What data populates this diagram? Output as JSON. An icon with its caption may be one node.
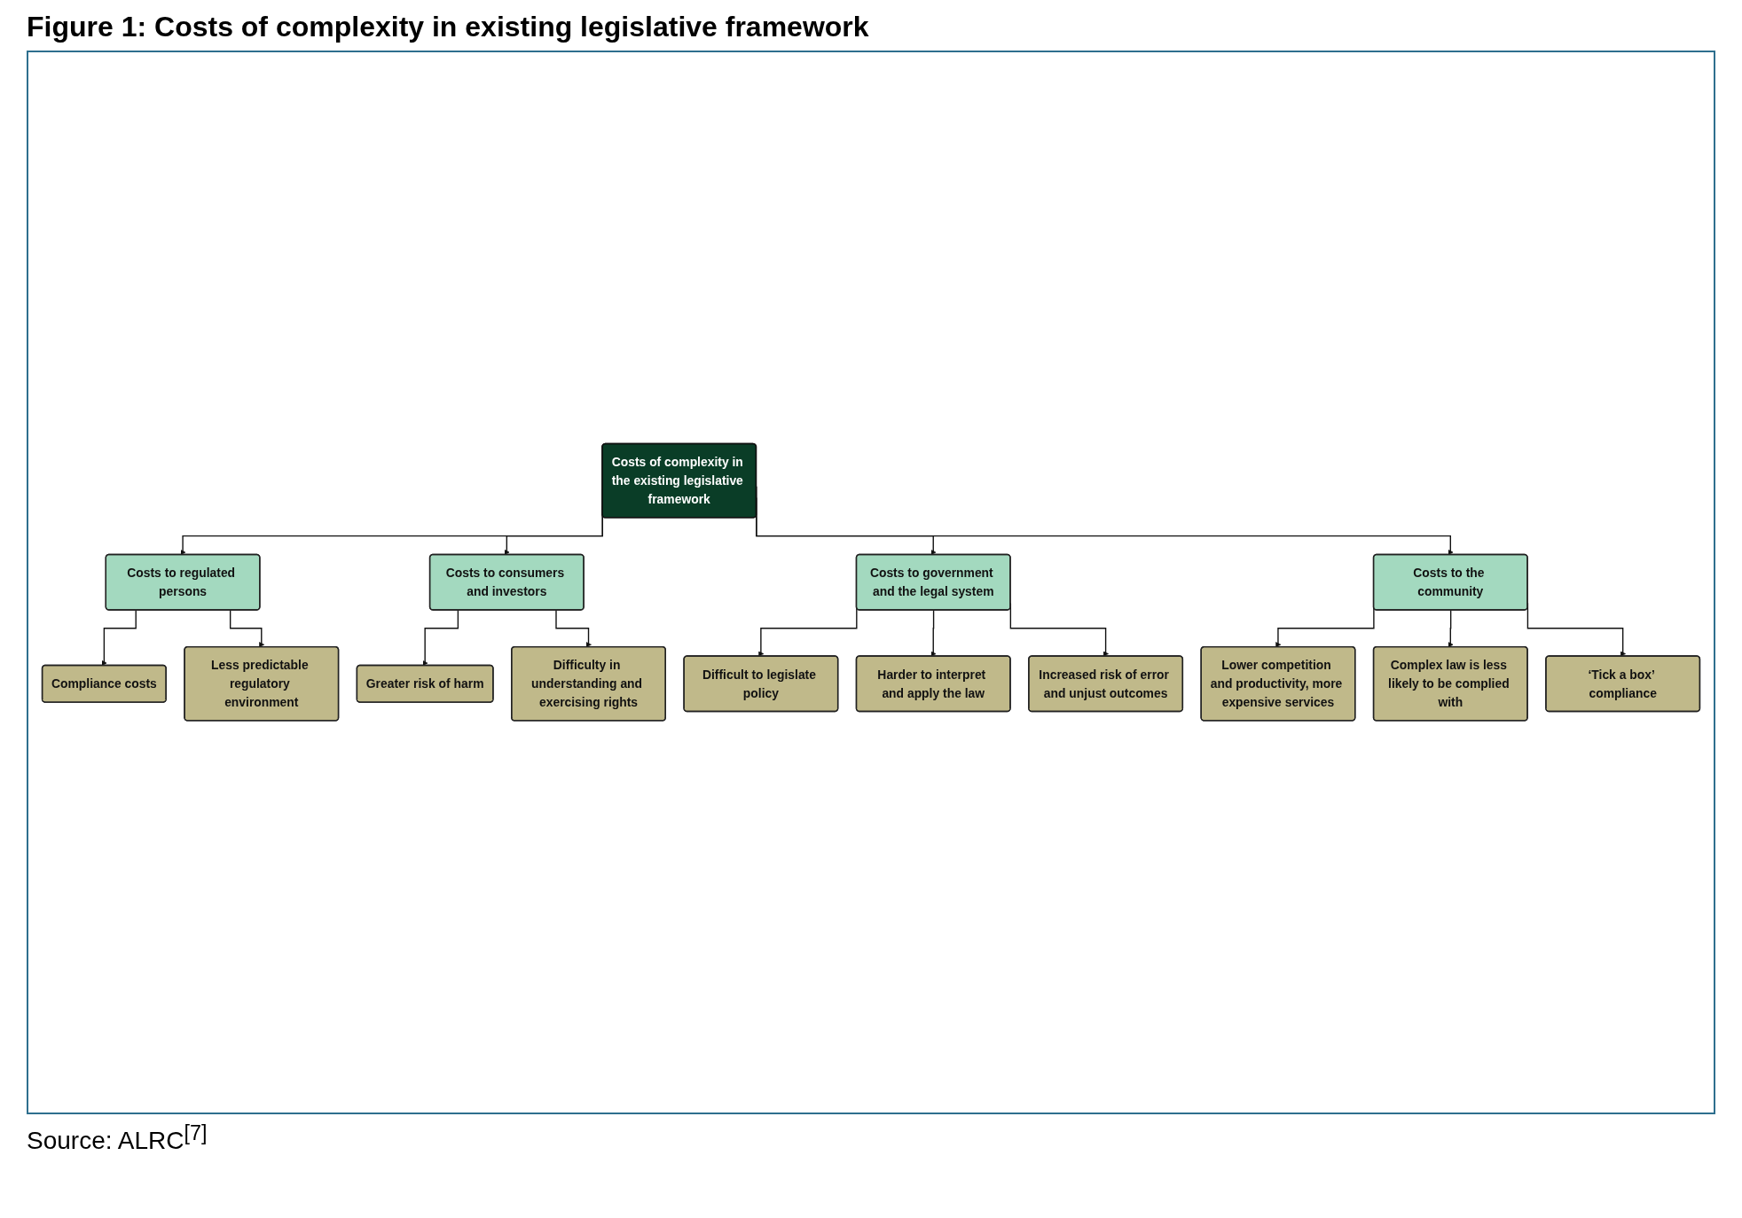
{
  "diagram": {
    "title": "Figure 1: Costs of complexity in existing legislative framework",
    "caption": "Source: ALRC$^{[7]}$",
    "nodes": [
      {
        "text": [
          "Costs of complexity in the existing legislative framework"
        ]
      },
      {
        "text": [
          "Costs to regulated persons"
        ]
      },
      {
        "text": [
          "Costs to consumers and investors"
        ]
      },
      {
        "text": [
          "Costs to government and the legal system"
        ]
      },
      {
        "text": [
          "Costs to the community"
        ]
      },
      {
        "text": [
          "Compliance costs"
        ]
      },
      {
        "text": [
          "Less predictable regulatory environment"
        ]
      },
      {
        "text": [
          "Greater risk of harm"
        ]
      },
      {
        "text": [
          "Difficulty in understanding and exercising rights"
        ]
      },
      {
        "text": [
          "Difficult to legislate policy"
        ]
      },
      {
        "text": [
          "Harder to interpret and apply the law"
        ]
      },
      {
        "text": [
          "Increased risk of error and unjust outcomes"
        ]
      },
      {
        "text": [
          "Lower competition and productivity, more expensive services"
        ]
      },
      {
        "text": [
          "Complex law is less likely to be complied with"
        ]
      },
      {
        "text": [
          "‘Tick a box’ compliance"
        ]
      }
    ],
    "edges": [
      {
        "from": 0,
        "to": 1,
        "arrow": "to"
      },
      {
        "from": 0,
        "to": 2,
        "arrow": "to"
      },
      {
        "from": 0,
        "to": 3,
        "arrow": "to"
      },
      {
        "from": 0,
        "to": 4,
        "arrow": "to"
      },
      {
        "from": 1,
        "to": 5,
        "arrow": "to"
      },
      {
        "from": 1,
        "to": 6,
        "arrow": "to"
      },
      {
        "from": 2,
        "to": 7,
        "arrow": "to"
      },
      {
        "from": 2,
        "to": 8,
        "arrow": "to"
      },
      {
        "from": 3,
        "to": 9,
        "arrow": "to"
      },
      {
        "from": 3,
        "to": 10,
        "arrow": "to"
      },
      {
        "from": 3,
        "to": 11,
        "arrow": "to"
      },
      {
        "from": 4,
        "to": 12,
        "arrow": "to"
      },
      {
        "from": 4,
        "to": 13,
        "arrow": "to"
      },
      {
        "from": 4,
        "to": 14,
        "arrow": "to"
      }
    ]
  }
}
